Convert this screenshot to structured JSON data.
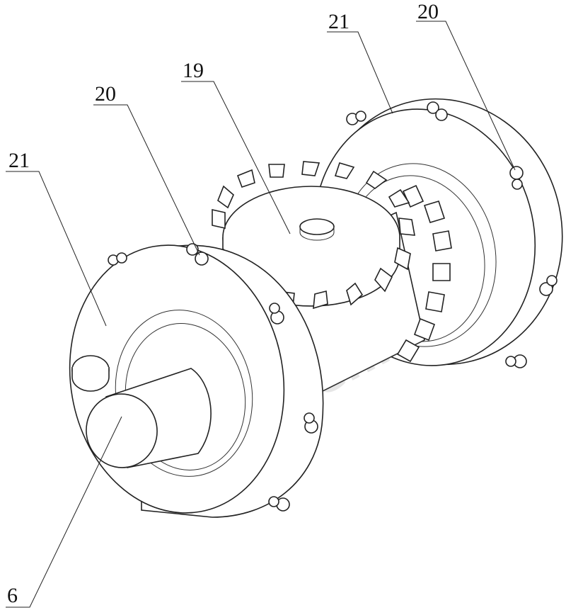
{
  "watermark": {
    "chinese": "佰腾网",
    "latin": "Baiten.cn"
  },
  "labels": {
    "label_21_left": "21",
    "label_20_left": "20",
    "label_19": "19",
    "label_21_right": "21",
    "label_20_right": "20",
    "label_6": "6"
  }
}
